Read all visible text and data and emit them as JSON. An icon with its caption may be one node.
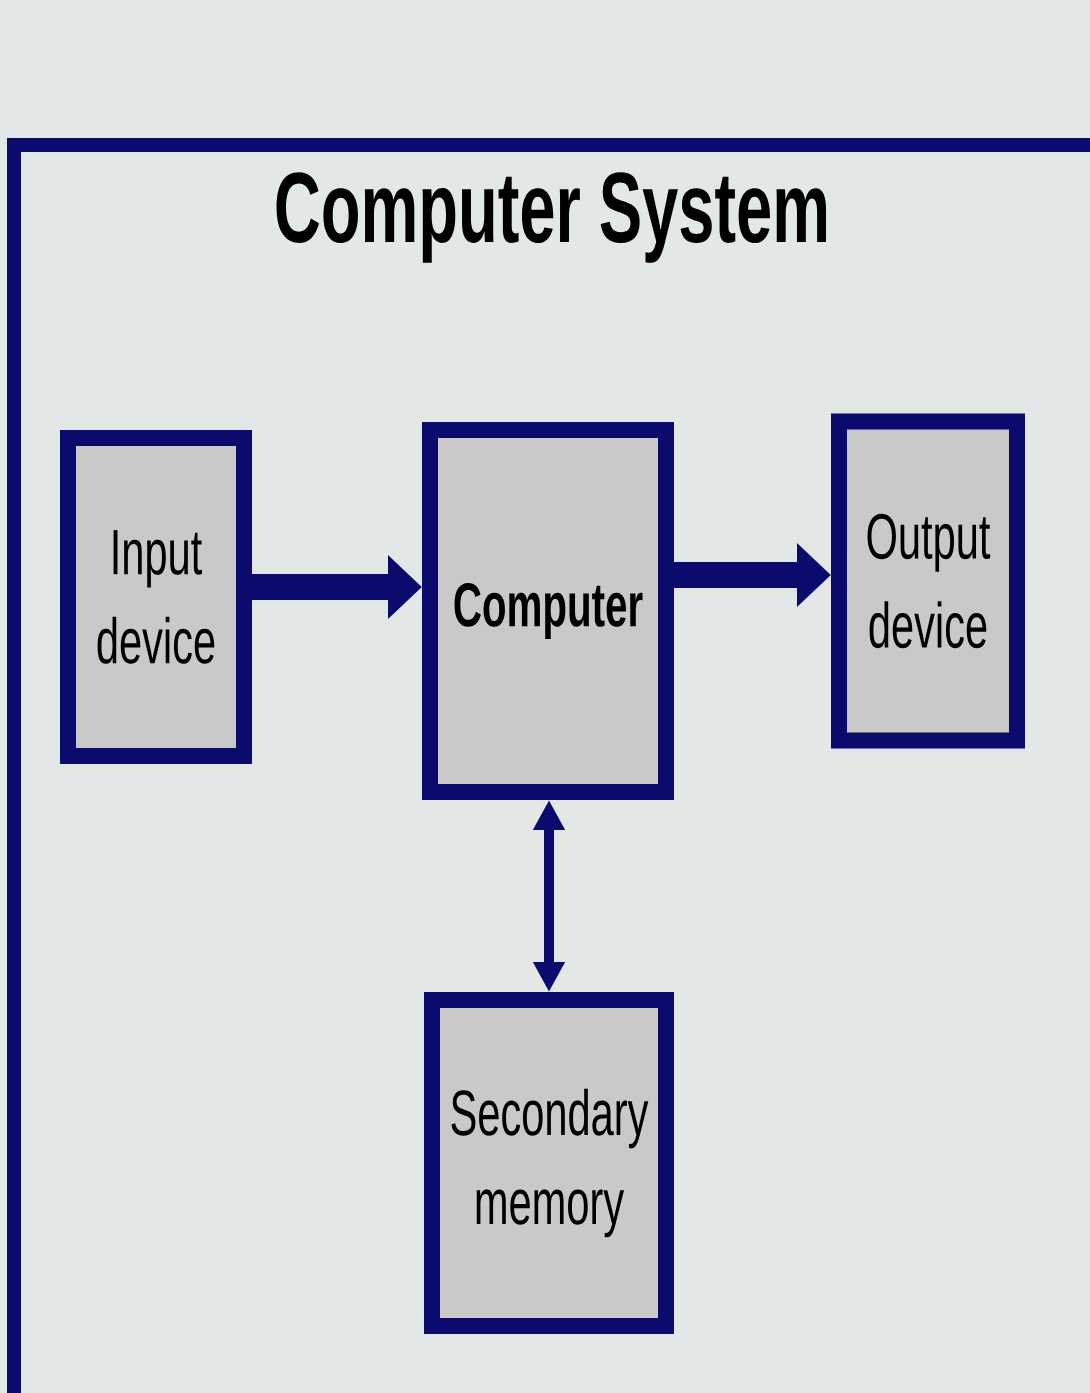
{
  "diagram": {
    "nodes": [
      {
        "text": [
          "Computer System"
        ]
      },
      {
        "text": [
          "Input device"
        ],
        "in": 0
      },
      {
        "text": [
          "Computer"
        ],
        "in": 0
      },
      {
        "text": [
          "Output device"
        ],
        "in": 0
      },
      {
        "text": [
          "Secondary memory"
        ],
        "in": 0
      }
    ],
    "edges": [
      {
        "from": 1,
        "to": 2,
        "arrow": "to"
      },
      {
        "from": 2,
        "to": 3,
        "arrow": "to"
      },
      {
        "from": 2,
        "to": 4,
        "arrow": "both"
      }
    ]
  }
}
